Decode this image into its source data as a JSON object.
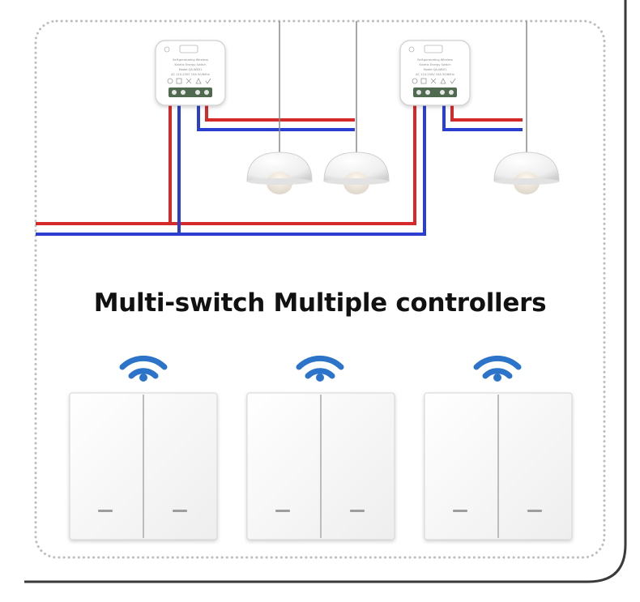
{
  "title": "Multi-switch Multiple controllers",
  "colors": {
    "live_wire": "#d42a2a",
    "neutral_wire": "#2a3fcf",
    "wifi": "#2c74c9",
    "border": "#bdbdbd",
    "frame": "#3a3a3a",
    "switch_panel": "#f7f7f7"
  },
  "receiver_module": {
    "lines": [
      "Self-generating Wireless",
      "Kinetic Energy Switch",
      "Model:QA-WK01",
      "AC 110-250V 10A 50/60Hz"
    ],
    "icons": [
      "ce-mark-icon",
      "rohs-icon",
      "weee-bin-icon",
      "recycle-icon",
      "check-icon"
    ]
  },
  "switches": [
    {
      "gangs": 2,
      "icon": "wifi-signal-icon"
    },
    {
      "gangs": 2,
      "icon": "wifi-signal-icon"
    },
    {
      "gangs": 2,
      "icon": "wifi-signal-icon"
    }
  ]
}
